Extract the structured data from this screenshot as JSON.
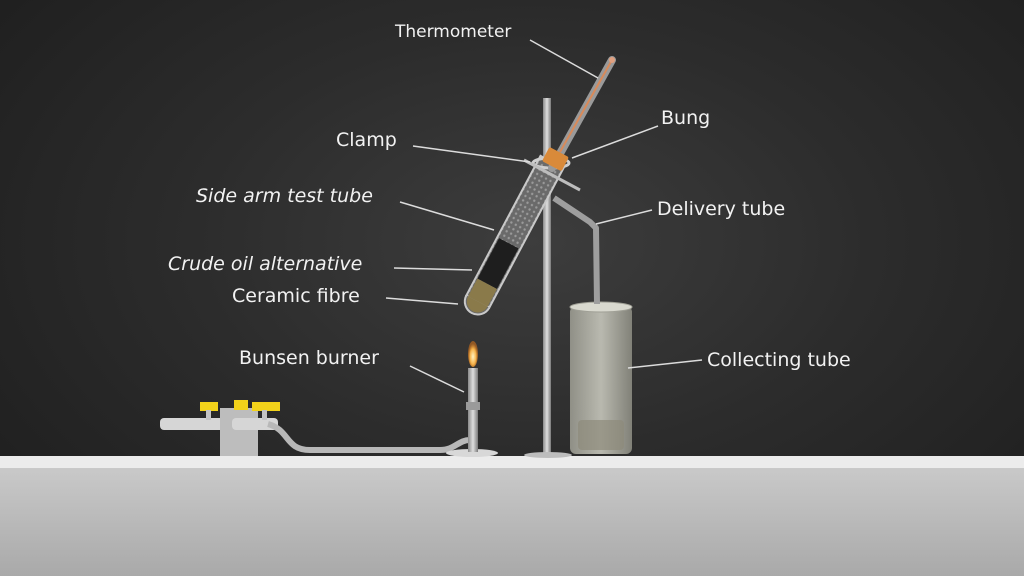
{
  "labels": {
    "thermometer": "Thermometer",
    "bung": "Bung",
    "clamp": "Clamp",
    "side_arm": "Side arm test tube",
    "delivery_tube": "Delivery tube",
    "crude_oil": "Crude oil alternative",
    "ceramic_fibre": "Ceramic fibre",
    "bunsen_burner": "Bunsen burner",
    "collecting_tube": "Collecting tube"
  },
  "colors": {
    "background": "#2a2a2a",
    "bench_top": "#e9e9e9",
    "bench_front": "#b9b9b9",
    "tap_yellow": "#f2d21a",
    "bung_orange": "#d98a3a",
    "label_text": "#f2f2f2",
    "leader_line": "#dcdcdc"
  }
}
